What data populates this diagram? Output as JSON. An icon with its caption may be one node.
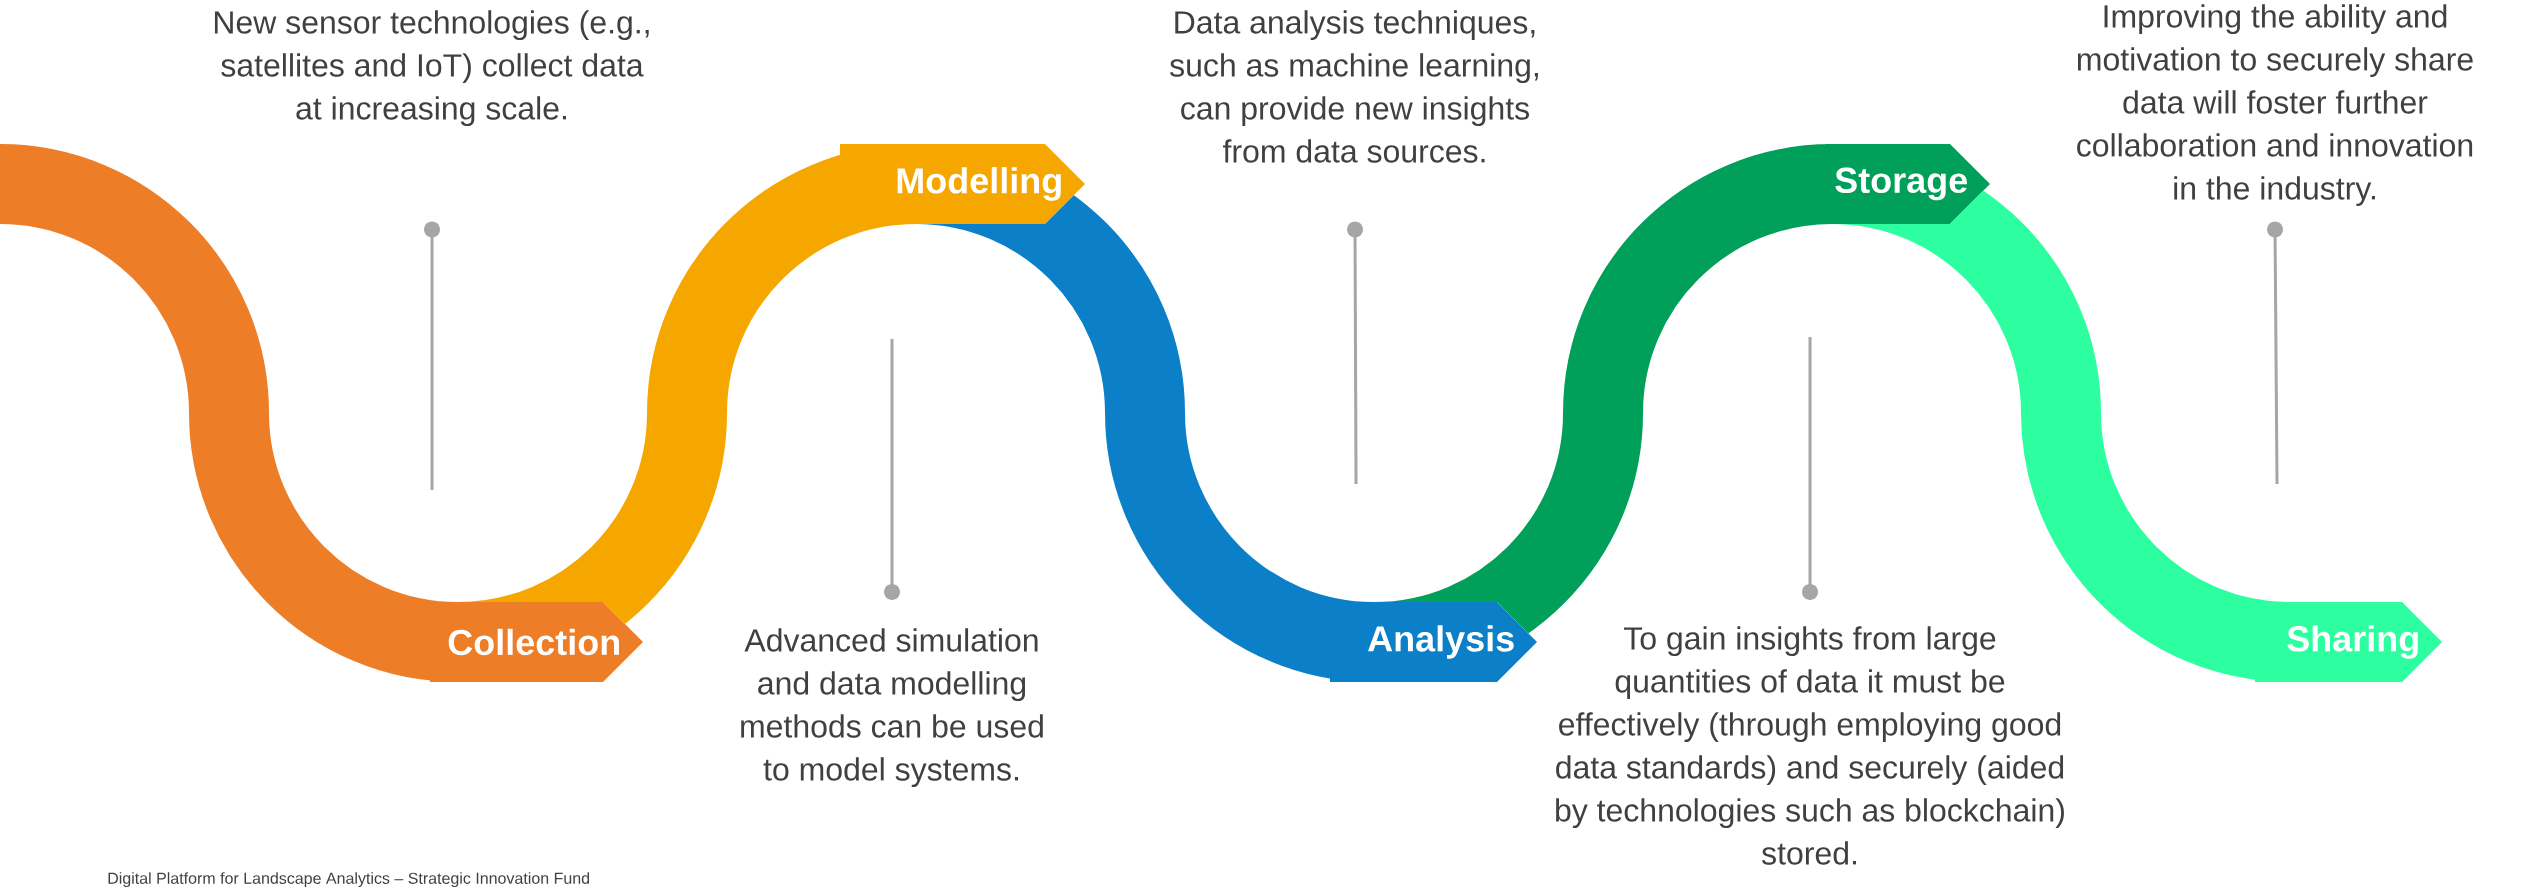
{
  "diagram": {
    "nodes": [
      {
        "text": [
          "Collection"
        ]
      },
      {
        "text": [
          "Modelling"
        ]
      },
      {
        "text": [
          "Analysis"
        ]
      },
      {
        "text": [
          "Storage"
        ]
      },
      {
        "text": [
          "Sharing"
        ]
      },
      {
        "text": [
          "New sensor technologies (e.g., satellites and IoT) collect data at increasing scale."
        ]
      },
      {
        "text": [
          "Advanced simulation and data modelling methods can be used to model systems."
        ]
      },
      {
        "text": [
          "Data analysis techniques, such as machine learning, can provide new insights from data sources."
        ]
      },
      {
        "text": [
          "To gain insights from large quantities of data it must be effectively (through employing good data standards) and securely (aided by technologies such as blockchain) stored."
        ]
      },
      {
        "text": [
          "Improving the ability and motivation to securely share data will foster further collaboration and innovation in the industry."
        ]
      }
    ],
    "edges": [
      {
        "from": null,
        "to": 0,
        "arrow": "none",
        "style": "thick",
        "color": "#ee7d27"
      },
      {
        "from": 0,
        "to": 1,
        "arrow": "none",
        "style": "thick",
        "color": "#f5a700"
      },
      {
        "from": 1,
        "to": 2,
        "arrow": "none",
        "style": "thick",
        "color": "#0b80c8"
      },
      {
        "from": 2,
        "to": 3,
        "arrow": "none",
        "style": "thick",
        "color": "#00a05a"
      },
      {
        "from": 3,
        "to": 4,
        "arrow": "none",
        "style": "thick",
        "color": "#2dffa0"
      },
      {
        "from": 5,
        "to": null,
        "arrow": "other",
        "color": "#a6a6a6"
      },
      {
        "from": 6,
        "to": null,
        "arrow": "other",
        "color": "#a6a6a6"
      },
      {
        "from": 7,
        "to": null,
        "arrow": "other",
        "color": "#a6a6a6"
      },
      {
        "from": 8,
        "to": null,
        "arrow": "other",
        "color": "#a6a6a6"
      },
      {
        "from": 9,
        "to": null,
        "arrow": "other",
        "color": "#a6a6a6"
      }
    ],
    "labels": [
      "Digital Platform for Landscape Analytics – Strategic Innovation Fund"
    ]
  }
}
